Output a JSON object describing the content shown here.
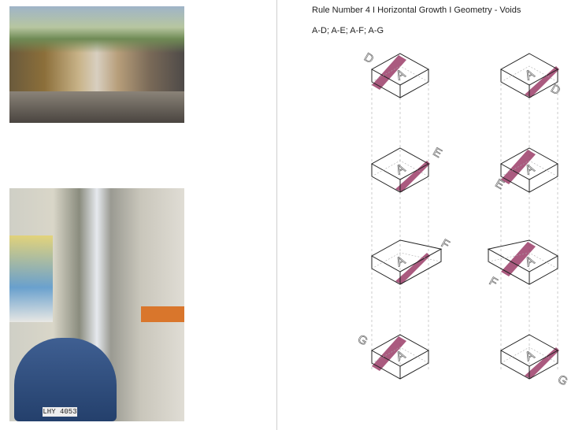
{
  "title": "Rule Number 4 I Horizontal Growth I Geometry - Voids",
  "subtitle": "A-D; A-E; A-F; A-G",
  "photos": {
    "plate_text": "LHY 4053"
  },
  "colors": {
    "void": "#9b3d68",
    "line": "#222222",
    "dash": "#aaaaaa"
  },
  "boxes": [
    {
      "main": "A",
      "other": "D"
    },
    {
      "main": "A",
      "other": "D"
    },
    {
      "main": "A",
      "other": "E"
    },
    {
      "main": "A",
      "other": "E"
    },
    {
      "main": "A",
      "other": "F"
    },
    {
      "main": "A",
      "other": "F"
    },
    {
      "main": "A",
      "other": "G"
    },
    {
      "main": "A",
      "other": "G"
    }
  ]
}
